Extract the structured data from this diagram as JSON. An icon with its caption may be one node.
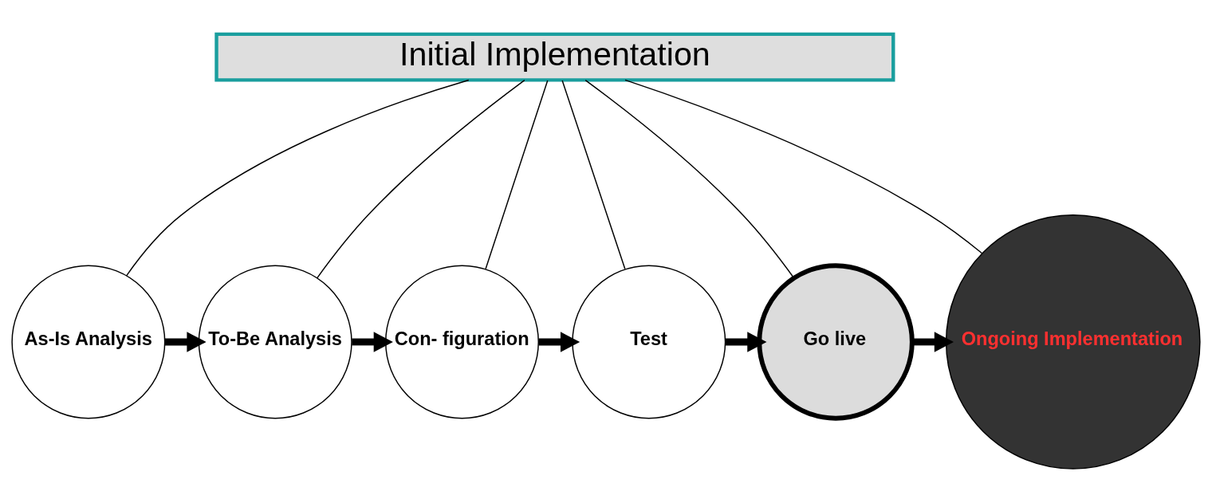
{
  "diagram": {
    "nodes": [
      {
        "text": [
          "Initial Implementation"
        ]
      },
      {
        "text": [
          "As-Is Analysis"
        ]
      },
      {
        "text": [
          "To-Be Analysis"
        ]
      },
      {
        "text": [
          "Con- figuration"
        ]
      },
      {
        "text": [
          "Test"
        ]
      },
      {
        "text": [
          "Go live"
        ]
      },
      {
        "text": [
          "Ongoing Implementation"
        ]
      }
    ],
    "edges": [
      {
        "from": 0,
        "to": 1,
        "arrow": "none"
      },
      {
        "from": 0,
        "to": 2,
        "arrow": "none"
      },
      {
        "from": 0,
        "to": 3,
        "arrow": "none"
      },
      {
        "from": 0,
        "to": 4,
        "arrow": "none"
      },
      {
        "from": 0,
        "to": 5,
        "arrow": "none"
      },
      {
        "from": 0,
        "to": 6,
        "arrow": "none"
      },
      {
        "from": 1,
        "to": 2,
        "arrow": "to",
        "style": "thick"
      },
      {
        "from": 2,
        "to": 3,
        "arrow": "to",
        "style": "thick"
      },
      {
        "from": 3,
        "to": 4,
        "arrow": "to",
        "style": "thick"
      },
      {
        "from": 4,
        "to": 5,
        "arrow": "to",
        "style": "thick"
      },
      {
        "from": 5,
        "to": 6,
        "arrow": "to",
        "style": "thick"
      }
    ]
  }
}
